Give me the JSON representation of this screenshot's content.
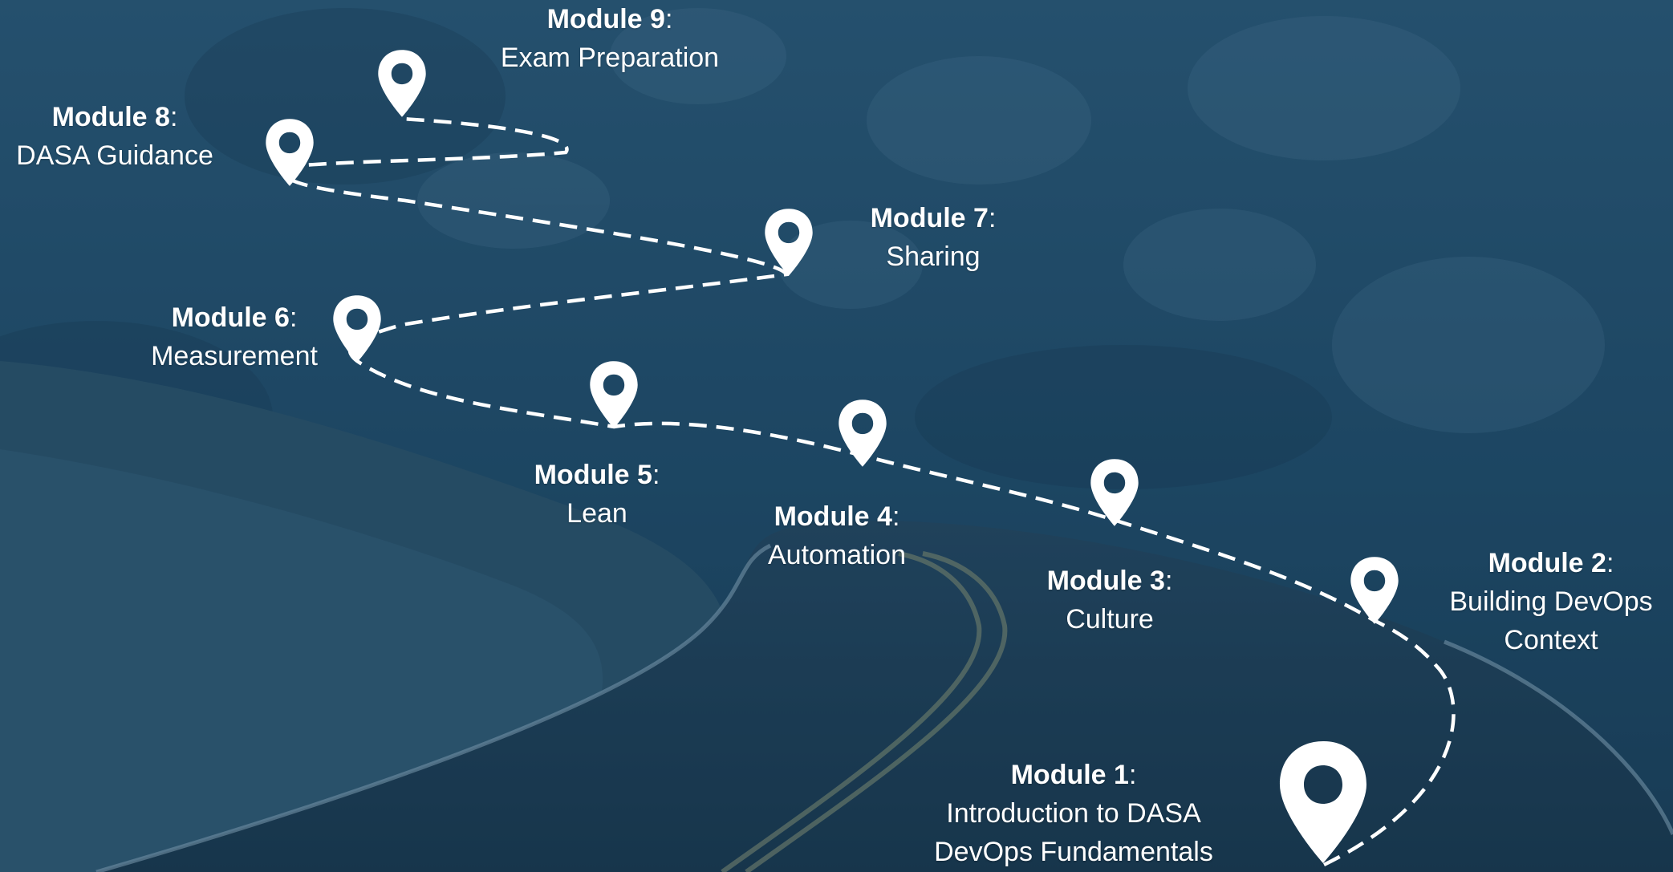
{
  "colors": {
    "background": "#183c54",
    "path": "#ffffff",
    "pin": "#ffffff",
    "text": "#ffffff"
  },
  "modules": [
    {
      "id": "module-1",
      "number": "Module 1",
      "lines": [
        "Introduction to DASA",
        "DevOps Fundamentals"
      ],
      "icon": "map-pin-icon"
    },
    {
      "id": "module-2",
      "number": "Module 2",
      "lines": [
        "Building DevOps",
        "Context"
      ],
      "icon": "map-pin-icon"
    },
    {
      "id": "module-3",
      "number": "Module 3",
      "lines": [
        "Culture"
      ],
      "icon": "map-pin-icon"
    },
    {
      "id": "module-4",
      "number": "Module 4",
      "lines": [
        "Automation"
      ],
      "icon": "map-pin-icon"
    },
    {
      "id": "module-5",
      "number": "Module 5",
      "lines": [
        "Lean"
      ],
      "icon": "map-pin-icon"
    },
    {
      "id": "module-6",
      "number": "Module 6",
      "lines": [
        "Measurement"
      ],
      "icon": "map-pin-icon"
    },
    {
      "id": "module-7",
      "number": "Module 7",
      "lines": [
        "Sharing"
      ],
      "icon": "map-pin-icon"
    },
    {
      "id": "module-8",
      "number": "Module 8",
      "lines": [
        "DASA Guidance"
      ],
      "icon": "map-pin-icon"
    },
    {
      "id": "module-9",
      "number": "Module 9",
      "lines": [
        "Exam Preparation"
      ],
      "icon": "map-pin-icon"
    }
  ]
}
